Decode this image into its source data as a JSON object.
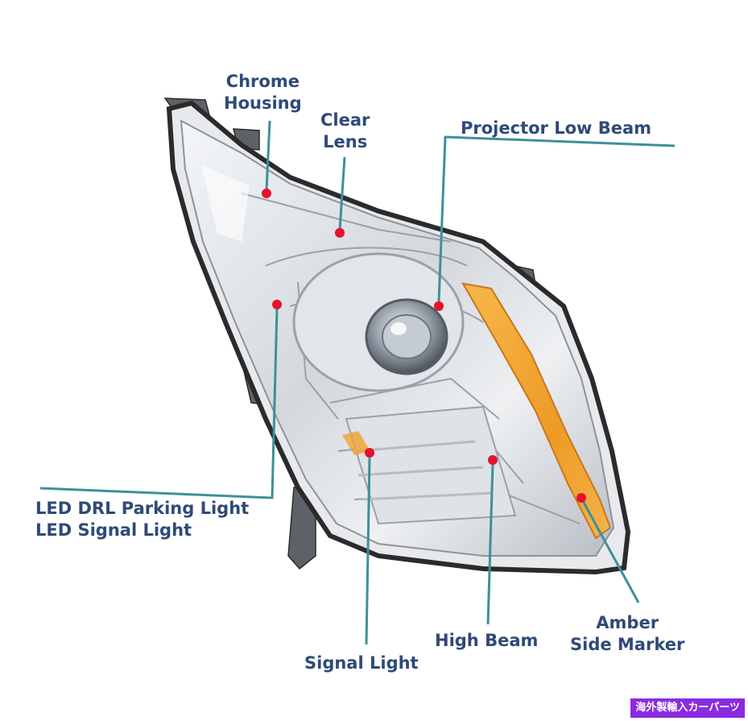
{
  "colors": {
    "label_text": "#2f4a78",
    "callout_line": "#3f8f9a",
    "marker_dot": "#e5122b",
    "amber_lens": "#f0a330",
    "chrome": "#d9dde2",
    "housing_outline": "#2b2b2b",
    "watermark_bg": "#8a2be2"
  },
  "labels": {
    "chrome_housing": [
      "Chrome",
      "Housing"
    ],
    "clear_lens": [
      "Clear",
      "Lens"
    ],
    "projector_low_beam": "Projector Low Beam",
    "led_drl": [
      "LED DRL Parking Light",
      "LED Signal Light"
    ],
    "high_beam": "High Beam",
    "signal_light": "Signal Light",
    "amber_side_marker": [
      "Amber",
      "Side Marker"
    ]
  },
  "watermark": "海外製輸入カーパーツ"
}
